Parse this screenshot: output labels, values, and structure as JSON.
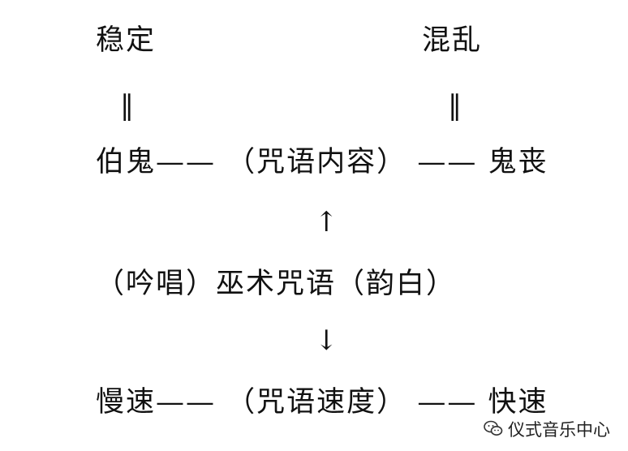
{
  "diagram": {
    "top_left": "稳定",
    "top_right": "混乱",
    "equals_left": "‖",
    "equals_right": "‖",
    "row1": {
      "left": "伯鬼",
      "dash_left": "——",
      "center": "（咒语内容）",
      "dash_right": "——",
      "right": "鬼丧"
    },
    "arrow_up": "↑",
    "center_row": "（吟唱）巫术咒语（韵白）",
    "arrow_down": "↓",
    "row3": {
      "left": "慢速",
      "dash_left": "——",
      "center": "（咒语速度）",
      "dash_right": "——",
      "right": "快速"
    }
  },
  "watermark": {
    "text": "仪式音乐中心",
    "icon": "wechat-icon"
  }
}
